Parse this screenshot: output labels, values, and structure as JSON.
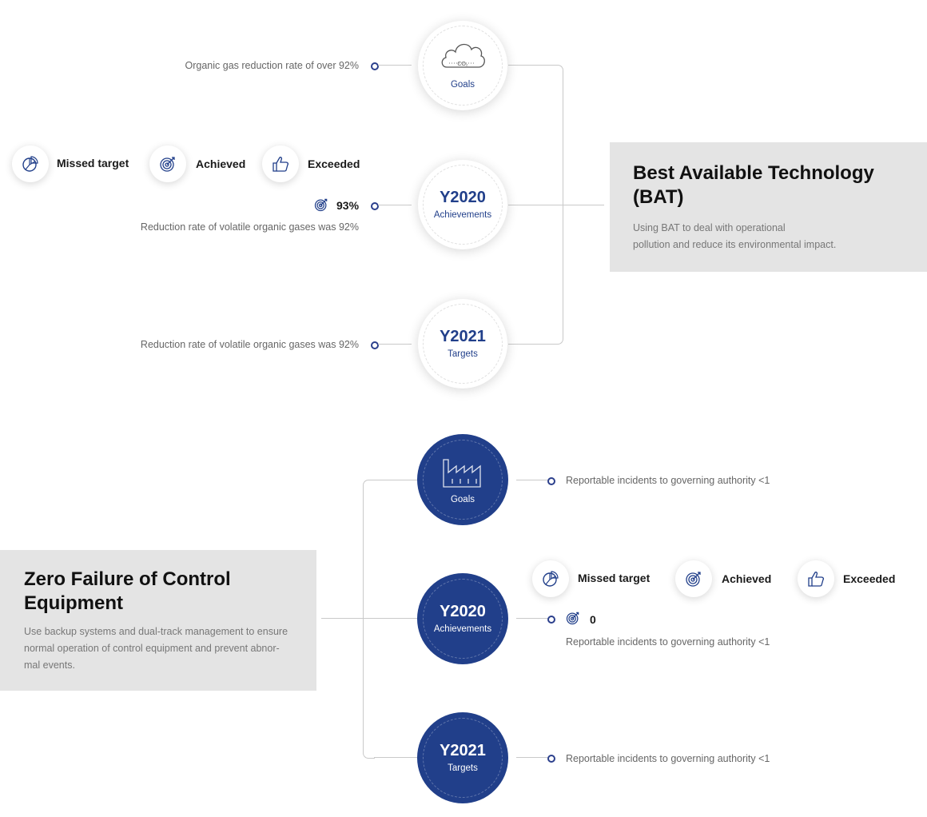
{
  "legend": {
    "missed": "Missed target",
    "achieved": "Achieved",
    "exceeded": "Exceeded"
  },
  "bat": {
    "title_line1": "Best Available Technology",
    "title_line2": "(BAT)",
    "desc_line1": "Using BAT to deal with operational",
    "desc_line2": "pollution and reduce its environmental impact.",
    "goals": {
      "label": "Goals",
      "icon_text": "CO₂",
      "text": "Organic gas reduction rate of over 92%"
    },
    "y2020": {
      "year": "Y2020",
      "label": "Achievements",
      "value": "93%",
      "text": "Reduction rate of volatile organic gases was 92%"
    },
    "y2021": {
      "year": "Y2021",
      "label": "Targets",
      "text": "Reduction rate of volatile organic gases was 92%"
    }
  },
  "zf": {
    "title_line1": "Zero Failure of Control",
    "title_line2": "Equipment",
    "desc_line1": "Use backup systems and dual-track management to ensure",
    "desc_line2": "normal operation of control equipment and prevent abnor-",
    "desc_line3": "mal events.",
    "goals": {
      "label": "Goals",
      "text": "Reportable incidents to governing authority <1"
    },
    "y2020": {
      "year": "Y2020",
      "label": "Achievements",
      "value": "0",
      "text": "Reportable incidents to governing authority <1"
    },
    "y2021": {
      "year": "Y2021",
      "label": "Targets",
      "text": "Reportable incidents to governing authority <1"
    }
  },
  "colors": {
    "navy": "#213f8a",
    "panel": "#e4e4e4",
    "line": "#c9c9c9"
  }
}
